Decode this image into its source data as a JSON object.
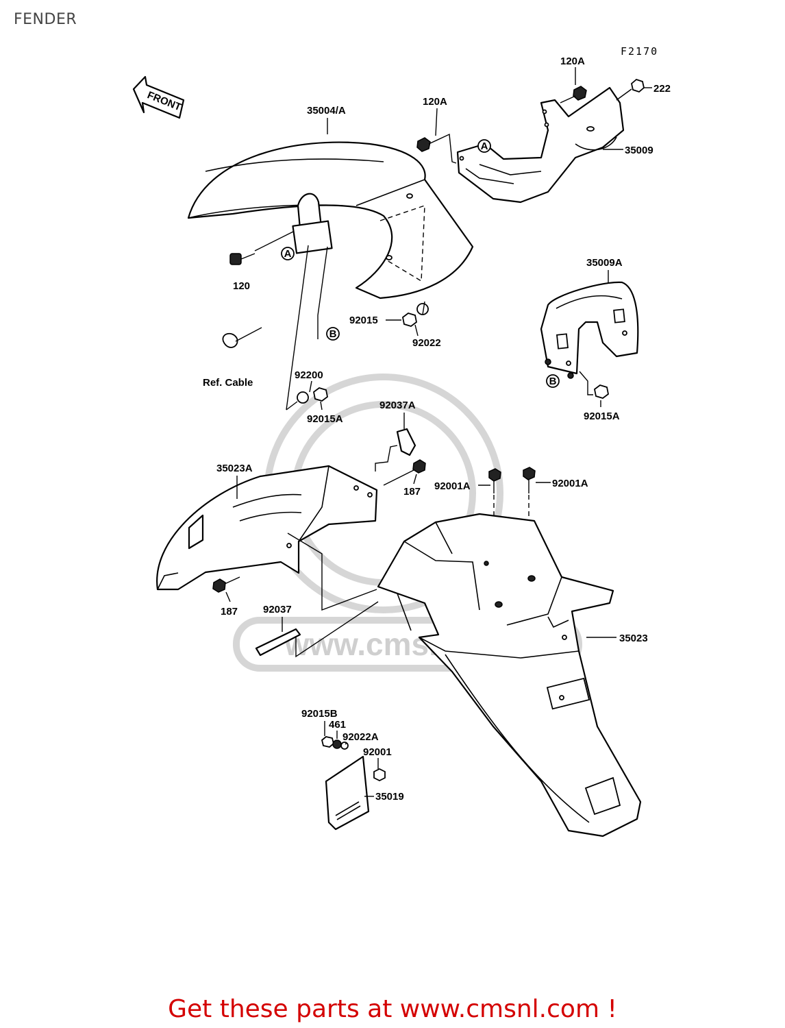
{
  "page": {
    "title": "FENDER",
    "footer": "Get these parts at www.cmsnl.com !"
  },
  "diagram": {
    "code": "F2170",
    "front_label": "FRONT",
    "ref_cable_label": "Ref. Cable",
    "watermark_text": "www.cmsnl.com",
    "callouts": {
      "a1": "A",
      "a2": "A",
      "a3": "A",
      "b1": "B",
      "b2": "B"
    },
    "labels": {
      "p35004A": "35004/A",
      "p120A_1": "120A",
      "p120A_2": "120A",
      "p222": "222",
      "p35009": "35009",
      "p120": "120",
      "p92015": "92015",
      "p92022": "92022",
      "p35009A": "35009A",
      "p92200": "92200",
      "p92015A_1": "92015A",
      "p92015A_2": "92015A",
      "p92037A": "92037A",
      "p35023A": "35023A",
      "p187_1": "187",
      "p187_2": "187",
      "p92001A_1": "92001A",
      "p92001A_2": "92001A",
      "p92037": "92037",
      "p35023": "35023",
      "p92015B": "92015B",
      "p461": "461",
      "p92022A": "92022A",
      "p92001": "92001",
      "p35019": "35019"
    }
  }
}
